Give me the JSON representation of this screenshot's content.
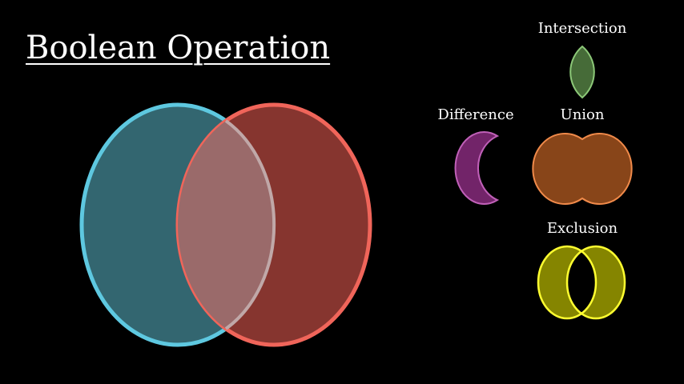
{
  "title": "Boolean Operation",
  "labels": {
    "intersection": "Intersection",
    "difference": "Difference",
    "union": "Union",
    "exclusion": "Exclusion"
  },
  "colors": {
    "background": "#000000",
    "circle_a_stroke": "#5ec8e0",
    "circle_a_fill": "#336670",
    "circle_b_stroke": "#f0655a",
    "circle_b_fill": "#86352f",
    "overlap_fill": "#9a6a6a",
    "overlap_stroke": "#c0a8a8",
    "intersection_fill": "#466b38",
    "intersection_stroke": "#8cc878",
    "difference_fill": "#722469",
    "difference_stroke": "#c060b8",
    "union_fill": "#884519",
    "union_stroke": "#f08a4a",
    "exclusion_fill": "#858500",
    "exclusion_stroke": "#ffff30"
  }
}
